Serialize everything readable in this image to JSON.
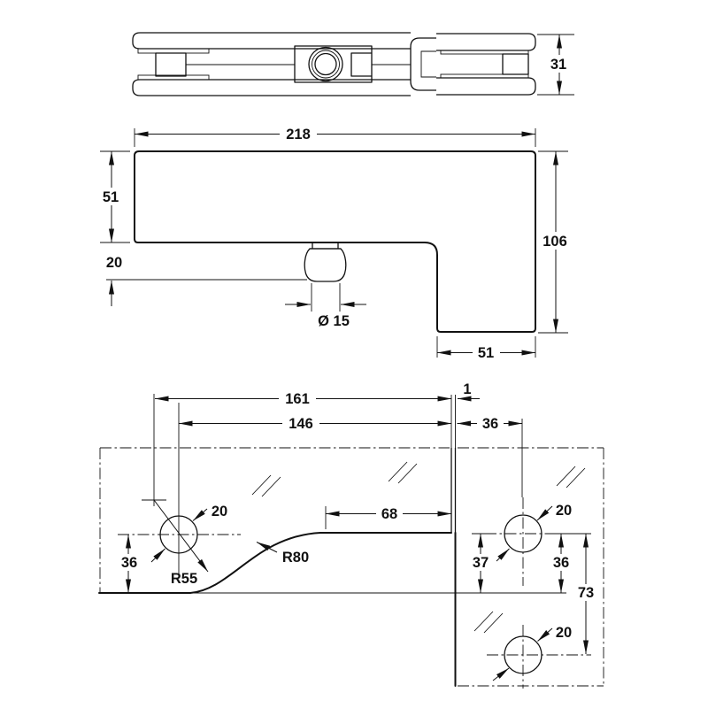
{
  "drawing": {
    "background": "#ffffff",
    "line_color": "#111111",
    "views": {
      "top": {
        "dims": {
          "height": "31"
        }
      },
      "front": {
        "dims": {
          "overall_width": "218",
          "plate_height": "51",
          "pin_protrusion": "20",
          "pin_diameter": "Ø 15",
          "overall_height": "106",
          "leg_width": "51"
        }
      },
      "installation": {
        "dims": {
          "pivot_to_door_edge": "161",
          "hole_to_door_edge": "146",
          "door_gap": "1",
          "edge_to_panel_hole": "36",
          "cover_top_length": "68",
          "door_hole_diameter": "20",
          "radius_inner": "R55",
          "radius_outer": "R80",
          "door_hole_to_bottom": "36",
          "panel_hole_to_bottom": "37",
          "panel_hole_to_bottom_right": "36",
          "panel_hole_spacing": "73",
          "panel_hole_top_diameter": "20",
          "panel_hole_bottom_diameter": "20"
        }
      }
    }
  }
}
